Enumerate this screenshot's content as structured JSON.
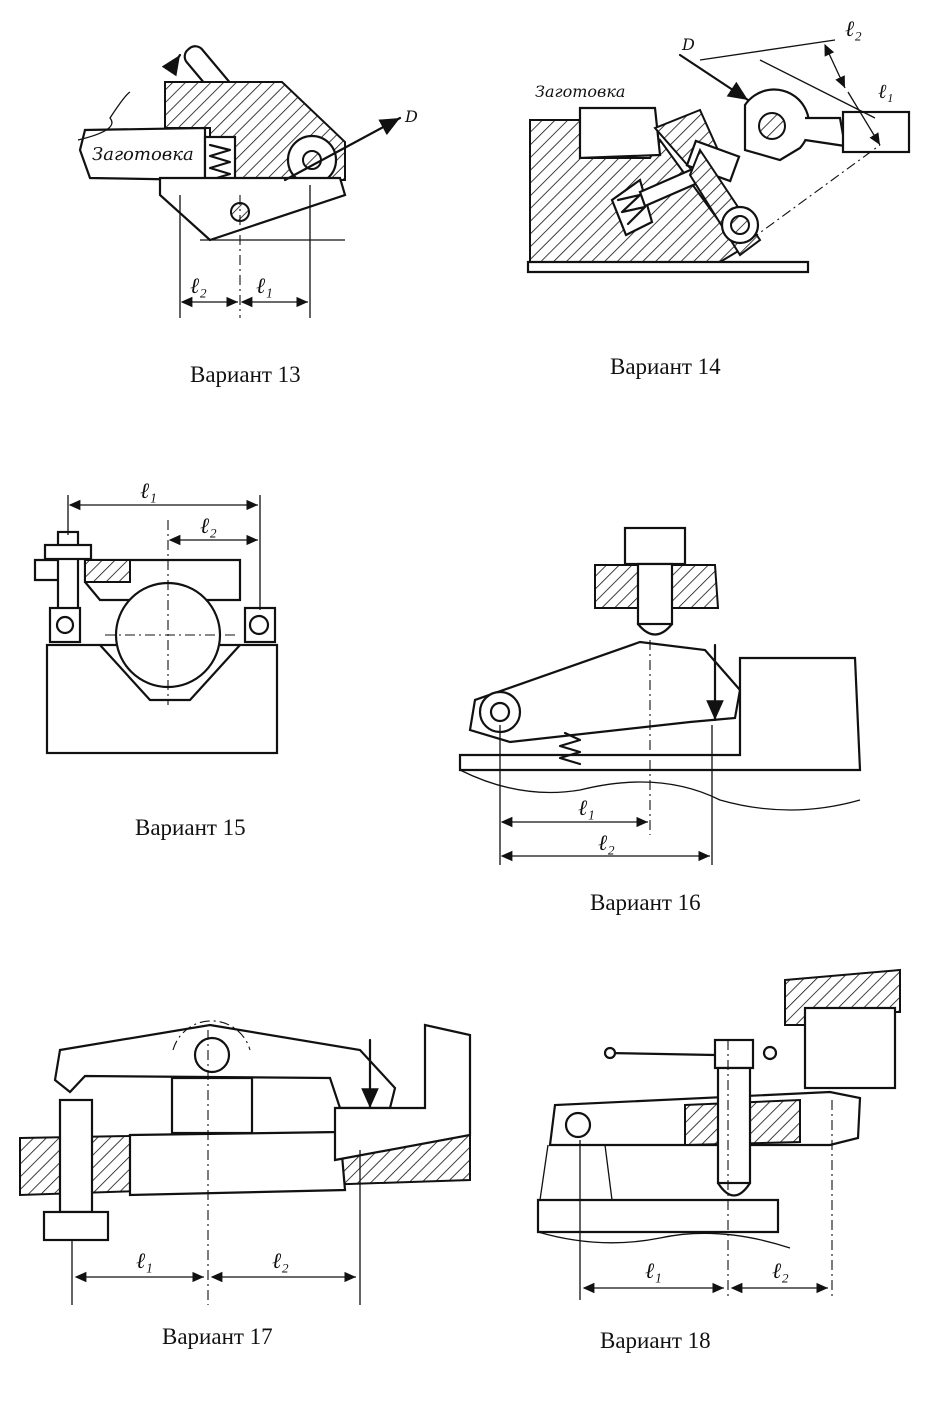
{
  "variants": [
    {
      "caption": "Вариант 13",
      "labels": {
        "workpiece": "Заготовка",
        "d": "D",
        "l1": "ℓ₁",
        "l2": "ℓ₂"
      }
    },
    {
      "caption": "Вариант 14",
      "labels": {
        "workpiece": "Заготовка",
        "d": "D",
        "l1": "ℓ₁",
        "l2": "ℓ₂"
      }
    },
    {
      "caption": "Вариант 15",
      "labels": {
        "l1": "ℓ₁",
        "l2": "ℓ₂"
      }
    },
    {
      "caption": "Вариант 16",
      "labels": {
        "l1": "ℓ₁",
        "l2": "ℓ₂"
      }
    },
    {
      "caption": "Вариант 17",
      "labels": {
        "l1": "ℓ₁",
        "l2": "ℓ₂"
      }
    },
    {
      "caption": "Вариант 18",
      "labels": {
        "l1": "ℓ₁",
        "l2": "ℓ₂"
      }
    }
  ]
}
